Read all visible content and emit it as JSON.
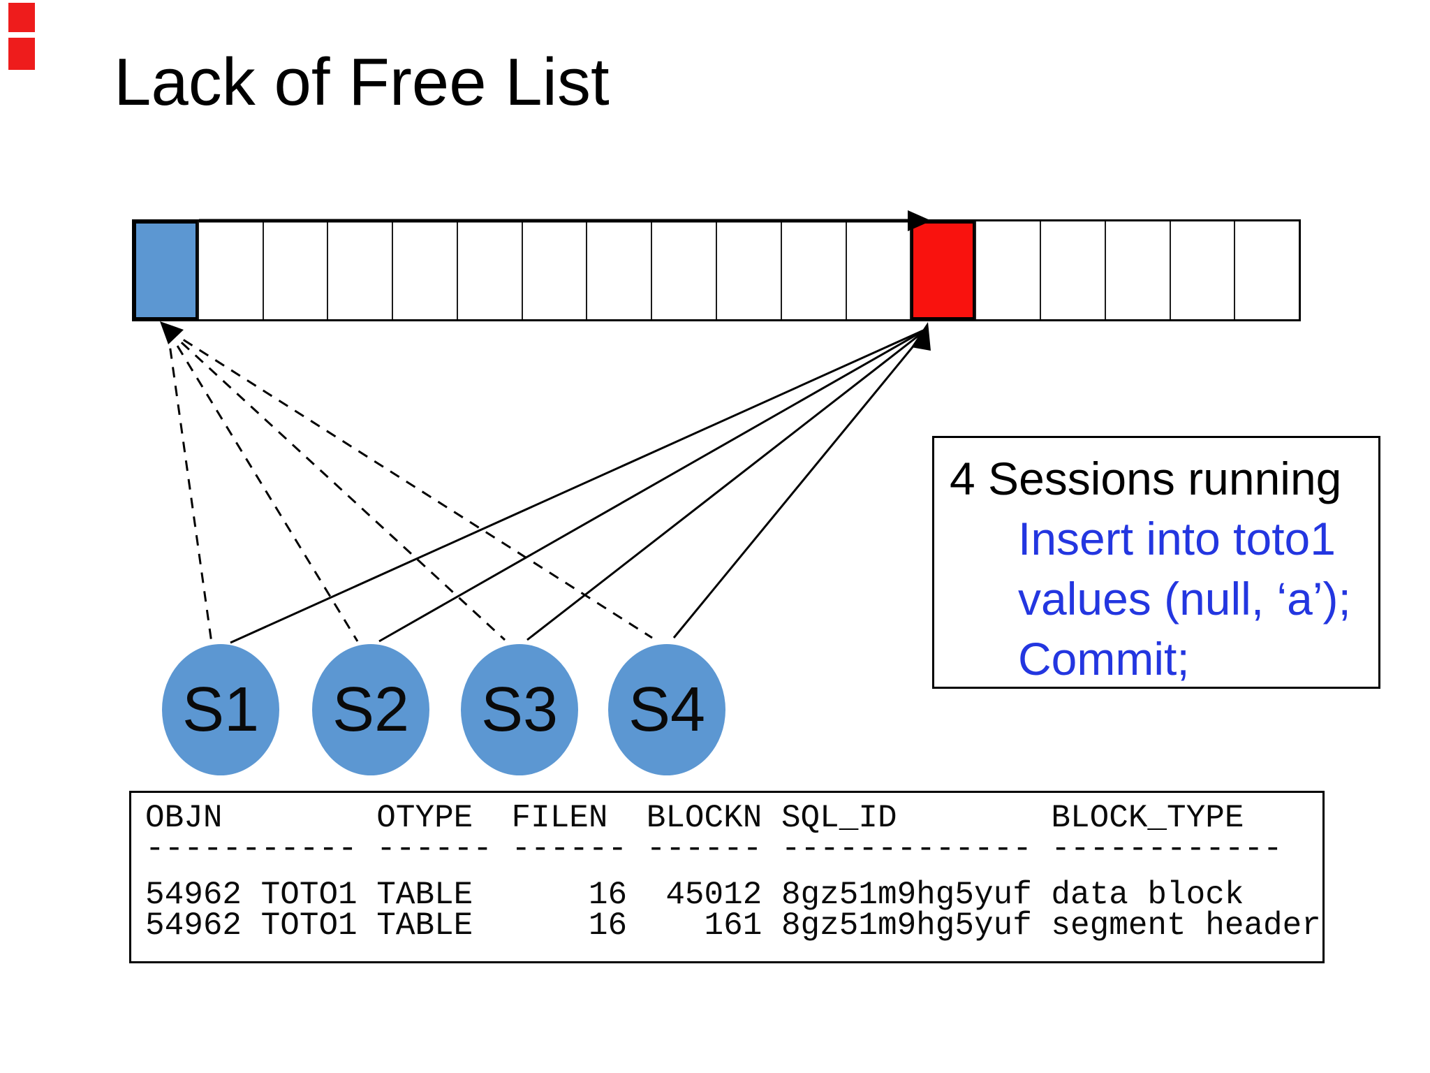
{
  "slide": {
    "title": "Lack of Free List",
    "background_color": "#ffffff"
  },
  "corner_marks": {
    "color": "#ee1c1c"
  },
  "segment_bar": {
    "total_cells": 18,
    "used_block_index": 0,
    "insert_block_index": 12,
    "used_block_color": "#5c97d2",
    "insert_block_color": "#f9120e"
  },
  "sessions": {
    "labels": [
      "S1",
      "S2",
      "S3",
      "S4"
    ],
    "circle_color": "#5c97d2"
  },
  "info_box": {
    "heading": "4 Sessions running",
    "code_lines": [
      "Insert into toto1",
      "values (null, ‘a’);",
      "Commit;"
    ],
    "code_color": "#2336e0"
  },
  "query_output": {
    "lines": [
      "OBJN        OTYPE  FILEN  BLOCKN SQL_ID        BLOCK_TYPE",
      "----------- ------ ------ ------ ------------- ------------",
      "54962 TOTO1 TABLE      16  45012 8gz51m9hg5yuf data block",
      "54962 TOTO1 TABLE      16    161 8gz51m9hg5yuf segment header"
    ]
  }
}
